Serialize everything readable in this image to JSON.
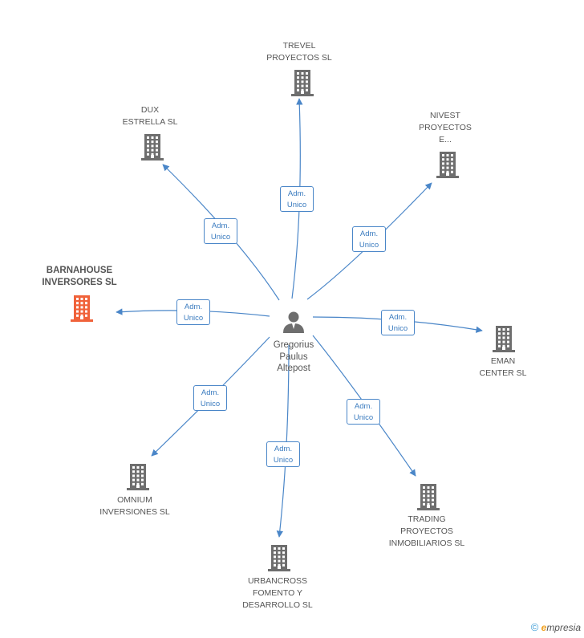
{
  "center": {
    "name": "Gregorius\nPaulus\nAltepost"
  },
  "relation_label": "Adm.\nUnico",
  "companies": [
    {
      "id": "trevel",
      "name": "TREVEL\nPROYECTOS SL",
      "highlight": false
    },
    {
      "id": "dux",
      "name": "DUX\nESTRELLA SL",
      "highlight": false
    },
    {
      "id": "nivest",
      "name": "NIVEST\nPROYECTOS\nE...",
      "highlight": false
    },
    {
      "id": "barnahouse",
      "name": "BARNAHOUSE\nINVERSORES SL",
      "highlight": true
    },
    {
      "id": "eman",
      "name": "EMAN\nCENTER SL",
      "highlight": false
    },
    {
      "id": "omnium",
      "name": "OMNIUM\nINVERSIONES SL",
      "highlight": false
    },
    {
      "id": "trading",
      "name": "TRADING\nPROYECTOS\nINMOBILIARIOS SL",
      "highlight": false
    },
    {
      "id": "urbancross",
      "name": "URBANCROSS\nFOMENTO Y\nDESARROLLO SL",
      "highlight": false
    }
  ],
  "colors": {
    "edge": "#4a86c8",
    "building": "#6e6e6e",
    "highlight": "#f0623a"
  },
  "footer": {
    "copyright": "©",
    "brand": "mpresia",
    "brand_initial": "e"
  }
}
